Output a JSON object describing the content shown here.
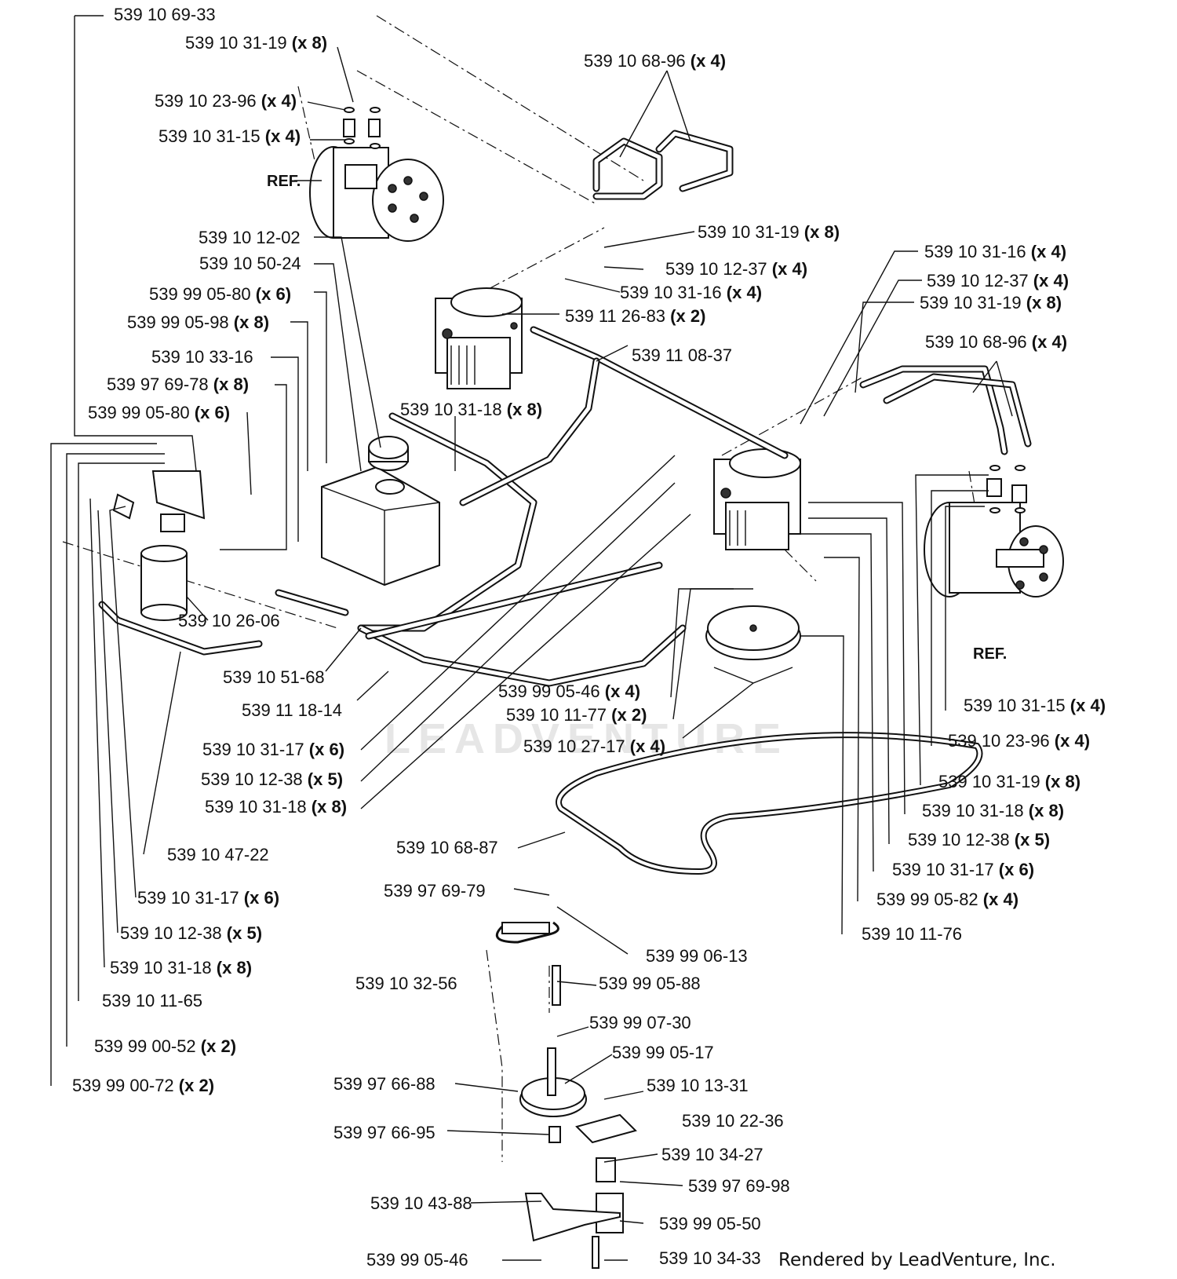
{
  "title_text": "",
  "credit": "Rendered by LeadVenture, Inc.",
  "watermark": "LEADVENTURE",
  "ref_labels": [
    "REF.",
    "REF."
  ],
  "labels": [
    {
      "part": "539 10 69-33",
      "qty": ""
    },
    {
      "part": "539 10 31-19",
      "qty": "(x 8)"
    },
    {
      "part": "539 10 23-96",
      "qty": "(x 4)"
    },
    {
      "part": "539 10 31-15",
      "qty": "(x 4)"
    },
    {
      "part": "539 10 68-96",
      "qty": "(x 4)"
    },
    {
      "part": "539 10 31-19",
      "qty": "(x 8)"
    },
    {
      "part": "539 10 12-02",
      "qty": ""
    },
    {
      "part": "539 10 12-37",
      "qty": "(x 4)"
    },
    {
      "part": "539 10 50-24",
      "qty": ""
    },
    {
      "part": "539 10 31-16",
      "qty": "(x 4)"
    },
    {
      "part": "539 99 05-80",
      "qty": "(x 6)"
    },
    {
      "part": "539 11 26-83",
      "qty": "(x 2)"
    },
    {
      "part": "539 99 05-98",
      "qty": "(x 8)"
    },
    {
      "part": "539 10 33-16",
      "qty": ""
    },
    {
      "part": "539 11 08-37",
      "qty": ""
    },
    {
      "part": "539 97 69-78",
      "qty": "(x 8)"
    },
    {
      "part": "539 99 05-80",
      "qty": "(x 6)"
    },
    {
      "part": "539 10 31-18",
      "qty": "(x 8)"
    },
    {
      "part": "539 10 31-16",
      "qty": "(x 4)"
    },
    {
      "part": "539 10 12-37",
      "qty": "(x 4)"
    },
    {
      "part": "539 10 31-19",
      "qty": "(x 8)"
    },
    {
      "part": "539 10 68-96",
      "qty": "(x 4)"
    },
    {
      "part": "539 10 26-06",
      "qty": ""
    },
    {
      "part": "539 10 51-68",
      "qty": ""
    },
    {
      "part": "539 11 18-14",
      "qty": ""
    },
    {
      "part": "539 99 05-46",
      "qty": "(x 4)"
    },
    {
      "part": "539 10 11-77",
      "qty": "(x 2)"
    },
    {
      "part": "539 10 31-15",
      "qty": "(x 4)"
    },
    {
      "part": "539 10 27-17",
      "qty": "(x 4)"
    },
    {
      "part": "539 10 23-96",
      "qty": "(x 4)"
    },
    {
      "part": "539 10 31-17",
      "qty": "(x 6)"
    },
    {
      "part": "539 10 12-38",
      "qty": "(x 5)"
    },
    {
      "part": "539 10 31-19",
      "qty": "(x 8)"
    },
    {
      "part": "539 10 31-18",
      "qty": "(x 8)"
    },
    {
      "part": "539 10 31-18",
      "qty": "(x 8)"
    },
    {
      "part": "539 10 68-87",
      "qty": ""
    },
    {
      "part": "539 10 12-38",
      "qty": "(x 5)"
    },
    {
      "part": "539 10 47-22",
      "qty": ""
    },
    {
      "part": "539 10 31-17",
      "qty": "(x 6)"
    },
    {
      "part": "539 97 69-79",
      "qty": ""
    },
    {
      "part": "539 99 05-82",
      "qty": "(x 4)"
    },
    {
      "part": "539 10 31-17",
      "qty": "(x 6)"
    },
    {
      "part": "539 10 11-76",
      "qty": ""
    },
    {
      "part": "539 10 12-38",
      "qty": "(x 5)"
    },
    {
      "part": "539 99 06-13",
      "qty": ""
    },
    {
      "part": "539 10 31-18",
      "qty": "(x 8)"
    },
    {
      "part": "539 10 32-56",
      "qty": ""
    },
    {
      "part": "539 99 05-88",
      "qty": ""
    },
    {
      "part": "539 10 11-65",
      "qty": ""
    },
    {
      "part": "539 99 07-30",
      "qty": ""
    },
    {
      "part": "539 99 00-52",
      "qty": "(x 2)"
    },
    {
      "part": "539 99 05-17",
      "qty": ""
    },
    {
      "part": "539 97 66-88",
      "qty": ""
    },
    {
      "part": "539 10 13-31",
      "qty": ""
    },
    {
      "part": "539 99 00-72",
      "qty": "(x 2)"
    },
    {
      "part": "539 10 22-36",
      "qty": ""
    },
    {
      "part": "539 97 66-95",
      "qty": ""
    },
    {
      "part": "539 10 34-27",
      "qty": ""
    },
    {
      "part": "539 97 69-98",
      "qty": ""
    },
    {
      "part": "539 10 43-88",
      "qty": ""
    },
    {
      "part": "539 99 05-50",
      "qty": ""
    },
    {
      "part": "539 99 05-46",
      "qty": ""
    },
    {
      "part": "539 10 34-33",
      "qty": ""
    }
  ]
}
